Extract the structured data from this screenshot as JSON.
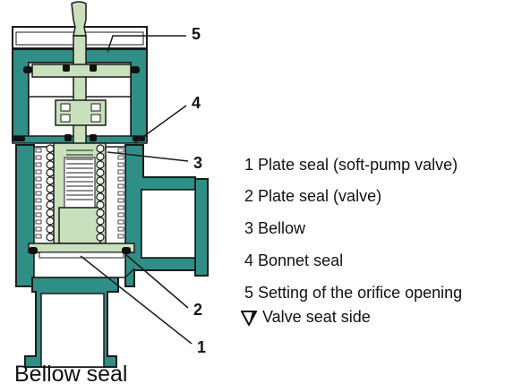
{
  "diagram": {
    "caption": "Bellow seal",
    "callouts": [
      "5",
      "4",
      "3",
      "2",
      "1"
    ],
    "colors": {
      "body": "#2f8f86",
      "inner": "#c9e0bd",
      "outline": "#1b1b1b",
      "seal": "#111111"
    }
  },
  "legend": {
    "items": [
      "1 Plate seal (soft-pump valve)",
      "2 Plate seal (valve)",
      "3 Bellow",
      "4 Bonnet seal",
      "5 Setting of the orifice opening"
    ],
    "valve_seat_label": "Valve seat side",
    "valve_seat_icon": "triangle-down-icon"
  }
}
